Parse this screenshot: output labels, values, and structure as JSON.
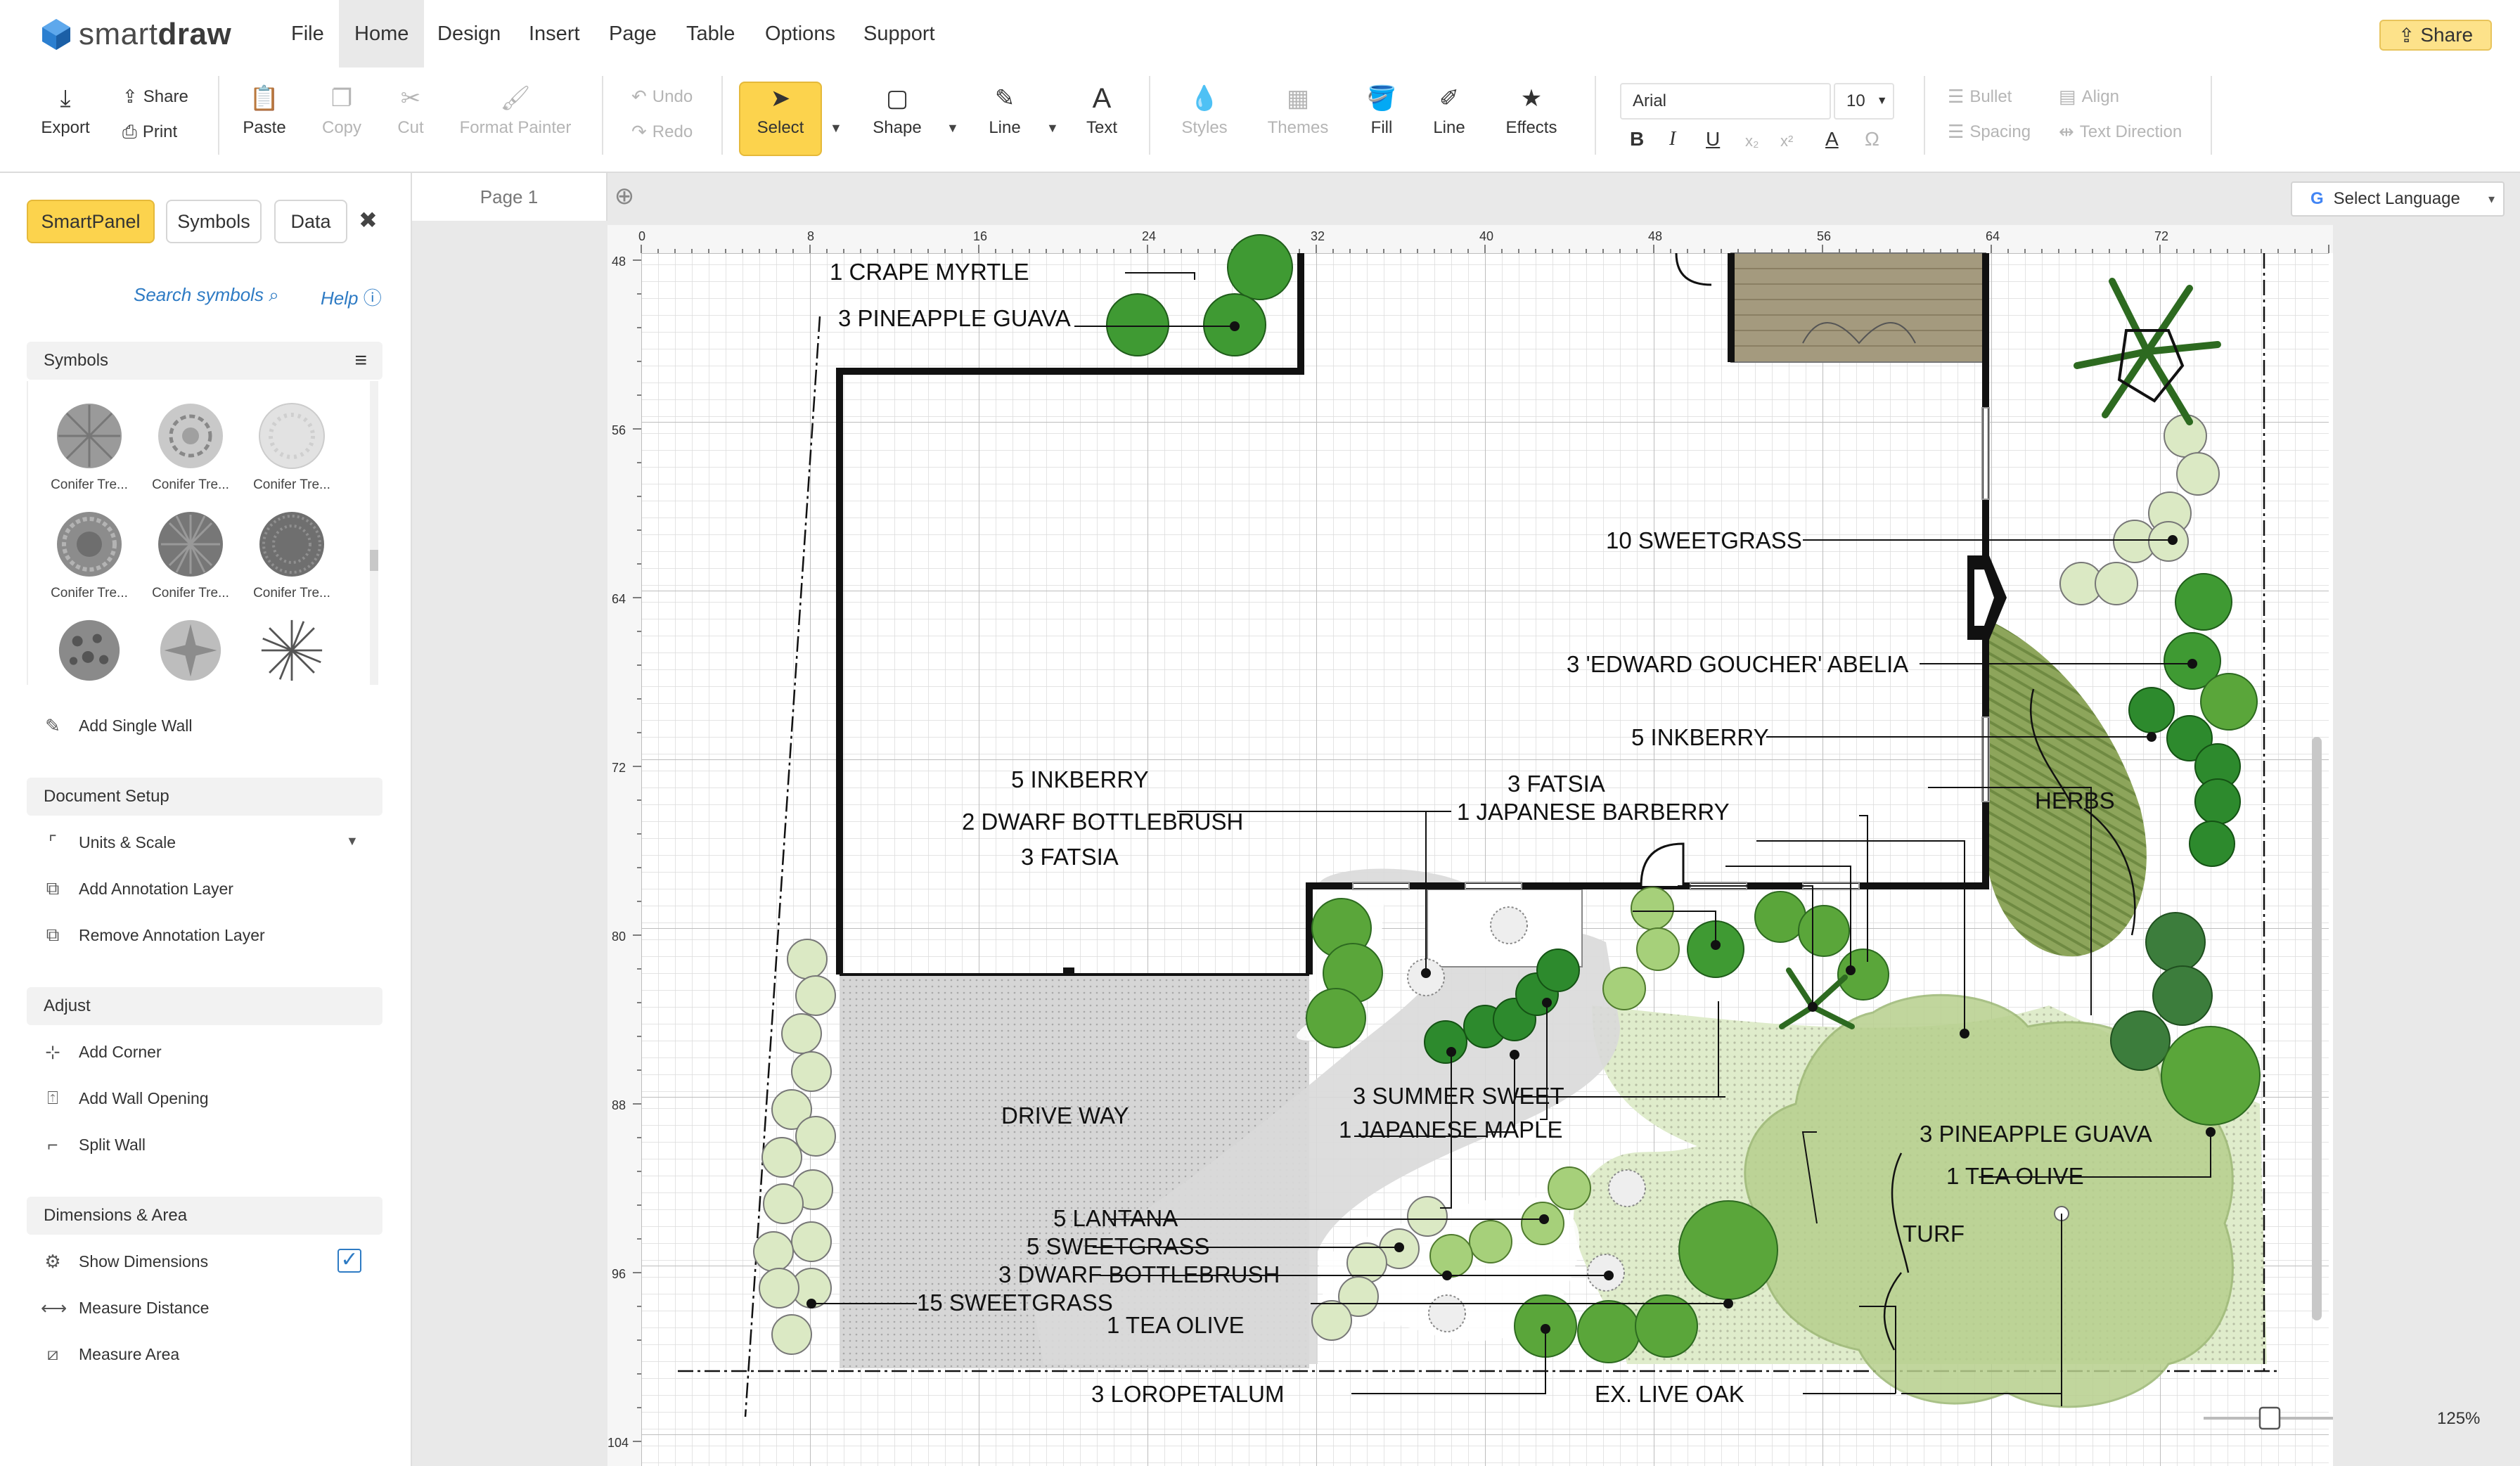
{
  "app": {
    "brand_light": "smart",
    "brand_bold": "draw",
    "menu": [
      "File",
      "Home",
      "Design",
      "Insert",
      "Page",
      "Table",
      "Options",
      "Support"
    ],
    "active_menu": "Home",
    "share_label": "Share"
  },
  "ribbon": {
    "export": "Export",
    "share": "Share",
    "print": "Print",
    "paste": "Paste",
    "copy": "Copy",
    "cut": "Cut",
    "format_painter": "Format Painter",
    "undo": "Undo",
    "redo": "Redo",
    "select": "Select",
    "shape": "Shape",
    "line": "Line",
    "text": "Text",
    "styles": "Styles",
    "themes": "Themes",
    "fill": "Fill",
    "line2": "Line",
    "effects": "Effects",
    "font": "Arial",
    "font_size": "10",
    "bullet": "Bullet",
    "align": "Align",
    "spacing": "Spacing",
    "text_direction": "Text Direction",
    "format": {
      "bold": "B",
      "italic": "I",
      "underline": "U",
      "sub": "x₂",
      "sup": "x²",
      "color": "A",
      "symbol": "Ω"
    }
  },
  "panel": {
    "tabs": [
      "SmartPanel",
      "Symbols",
      "Data"
    ],
    "active_tab": "SmartPanel",
    "search": "Search symbols",
    "help": "Help",
    "symbols_head": "Symbols",
    "symbol_items": [
      "Conifer Tre...",
      "Conifer Tre...",
      "Conifer Tre...",
      "Conifer Tre...",
      "Conifer Tre...",
      "Conifer Tre..."
    ],
    "add_single_wall": "Add Single Wall",
    "document_setup": "Document Setup",
    "units_scale": "Units & Scale",
    "add_annotation_layer": "Add Annotation Layer",
    "remove_annotation_layer": "Remove Annotation Layer",
    "adjust": "Adjust",
    "add_corner": "Add Corner",
    "add_wall_opening": "Add Wall Opening",
    "split_wall": "Split Wall",
    "dimensions_area": "Dimensions & Area",
    "show_dimensions": "Show Dimensions",
    "show_dimensions_checked": true,
    "measure_distance": "Measure Distance",
    "measure_area": "Measure Area"
  },
  "canvas": {
    "page_tab": "Page 1",
    "language": "Select Language",
    "zoom": "125%",
    "ruler_top": [
      "0",
      "8",
      "16",
      "24",
      "32",
      "40",
      "48",
      "56",
      "64",
      "72"
    ],
    "ruler_left": [
      "48",
      "56",
      "64",
      "72",
      "80",
      "88",
      "96",
      "104"
    ]
  },
  "plan": {
    "labels": {
      "crape_myrtle": "1 CRAPE MYRTLE",
      "pineapple_guava_top": "3 PINEAPPLE GUAVA",
      "sweetgrass_10": "10 SWEETGRASS",
      "abelia": "3  'EDWARD GOUCHER' ABELIA",
      "inkberry_right": "5 INKBERRY",
      "herbs": "HERBS",
      "inkberry_left": "5 INKBERRY",
      "fatsia_right": "3 FATSIA",
      "barberry": "1 JAPANESE BARBERRY",
      "bottlebrush_top": "2 DWARF BOTTLEBRUSH",
      "fatsia_left": "3 FATSIA",
      "drive_way": "DRIVE WAY",
      "summer_sweet": "3 SUMMER SWEET",
      "japanese_maple": "1 JAPANESE MAPLE",
      "pineapple_guava_bottom": "3 PINEAPPLE GUAVA",
      "tea_olive_right": "1 TEA  OLIVE",
      "turf": "TURF",
      "lantana": "5 LANTANA",
      "sweetgrass_5": "5 SWEETGRASS",
      "bottlebrush_bottom": "3 DWARF BOTTLEBRUSH",
      "sweetgrass_15": "15 SWEETGRASS",
      "tea_olive_left": "1 TEA  OLIVE",
      "loropetalum": "3 LOROPETALUM",
      "live_oak": "EX. LIVE OAK"
    }
  },
  "colors": {
    "accent": "#fcd34d",
    "link": "#2e7bc4",
    "dark_green": "#2d8a2d",
    "mid_green": "#5aa63a",
    "light_green": "#dbe9c4",
    "deck": "#a49a7e"
  }
}
